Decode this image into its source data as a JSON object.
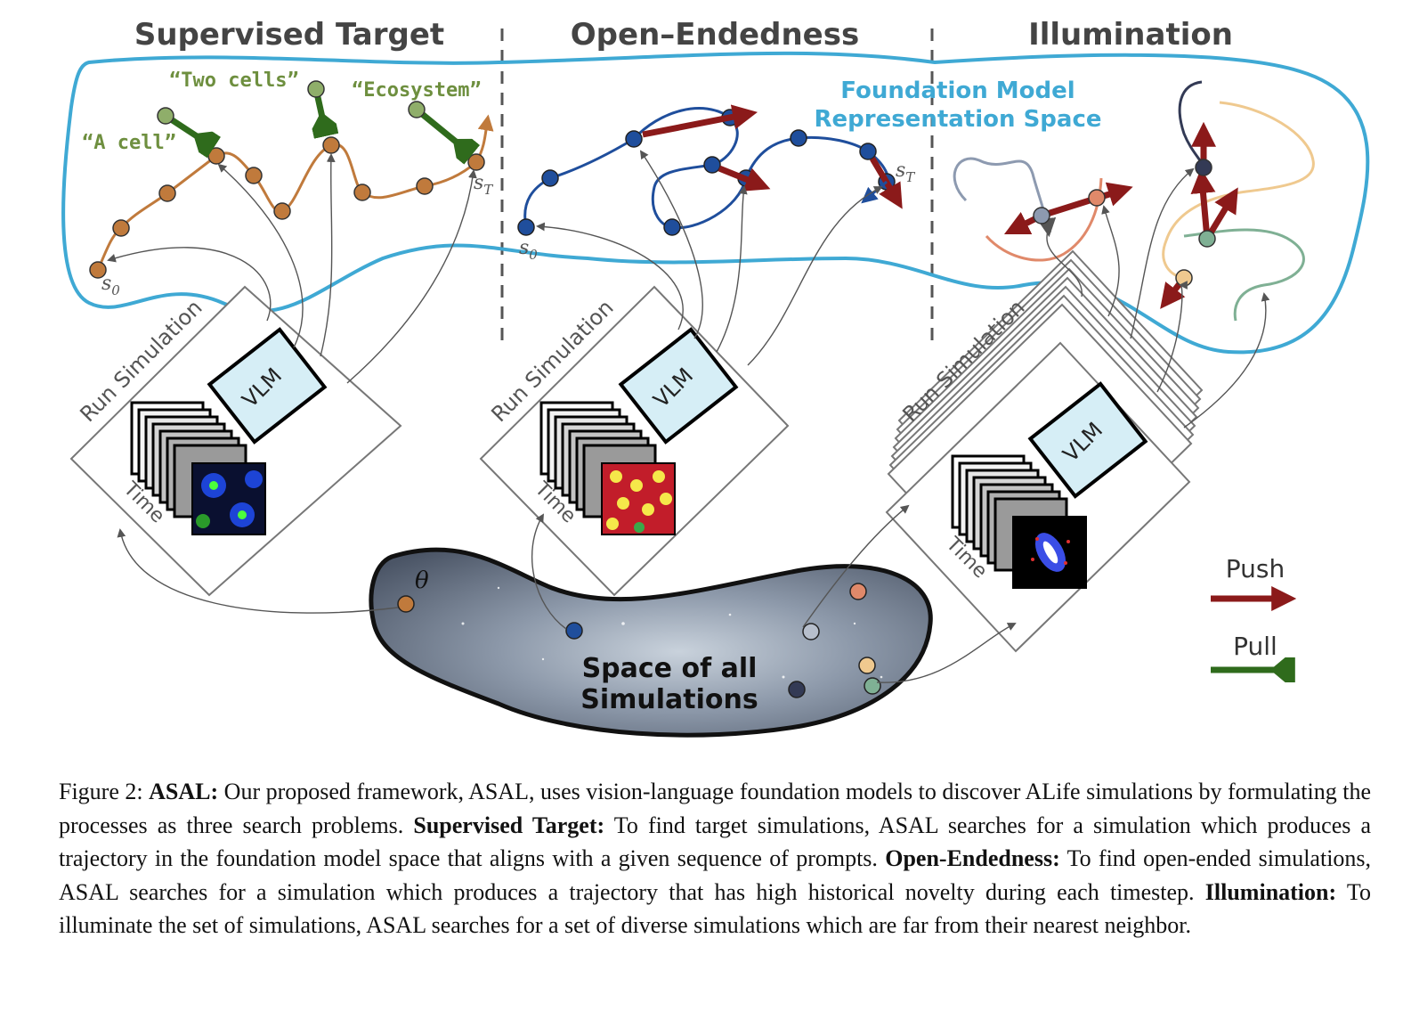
{
  "figure": {
    "section_titles": [
      "Supervised Target",
      "Open–Endedness",
      "Illumination"
    ],
    "space_label_line1": "Foundation Model",
    "space_label_line2": "Representation Space",
    "prompts": [
      "“A cell”",
      "“Two cells”",
      "“Ecosystem”"
    ],
    "state_start": "s",
    "state_start_sub": "0",
    "state_end": "s",
    "state_end_sub": "T",
    "run_simulation": "Run Simulation",
    "time_label": "Time",
    "vlm_label": "VLM",
    "param_label": "θ",
    "sim_space_line1": "Space of all",
    "sim_space_line2": "Simulations",
    "legend": {
      "push": "Push",
      "pull": "Pull"
    },
    "colors": {
      "blue_outline": "#3fa9d4",
      "trajectory_orange": "#c07a3c",
      "trajectory_blue": "#1f4e9c",
      "push": "#8b1a1a",
      "pull": "#2f6b1c",
      "prompt_green": "#6e8f3f",
      "vlm_fill": "#d6eef6"
    }
  },
  "caption": {
    "fig_label": "Figure 2:",
    "asal_bold": "ASAL:",
    "intro": "Our proposed framework, ASAL, uses vision-language foundation models to discover ALife simulations by formulating the processes as three search problems.",
    "st_bold": "Supervised Target:",
    "st_text": "To find target simulations, ASAL searches for a simulation which produces a trajectory in the foundation model space that aligns with a given sequence of prompts.",
    "oe_bold": "Open-Endedness:",
    "oe_text": "To find open-ended simulations, ASAL searches for a simulation which produces a trajectory that has high historical novelty during each timestep.",
    "il_bold": "Illumination:",
    "il_text": "To illuminate the set of simulations, ASAL searches for a set of diverse simulations which are far from their nearest neighbor."
  }
}
